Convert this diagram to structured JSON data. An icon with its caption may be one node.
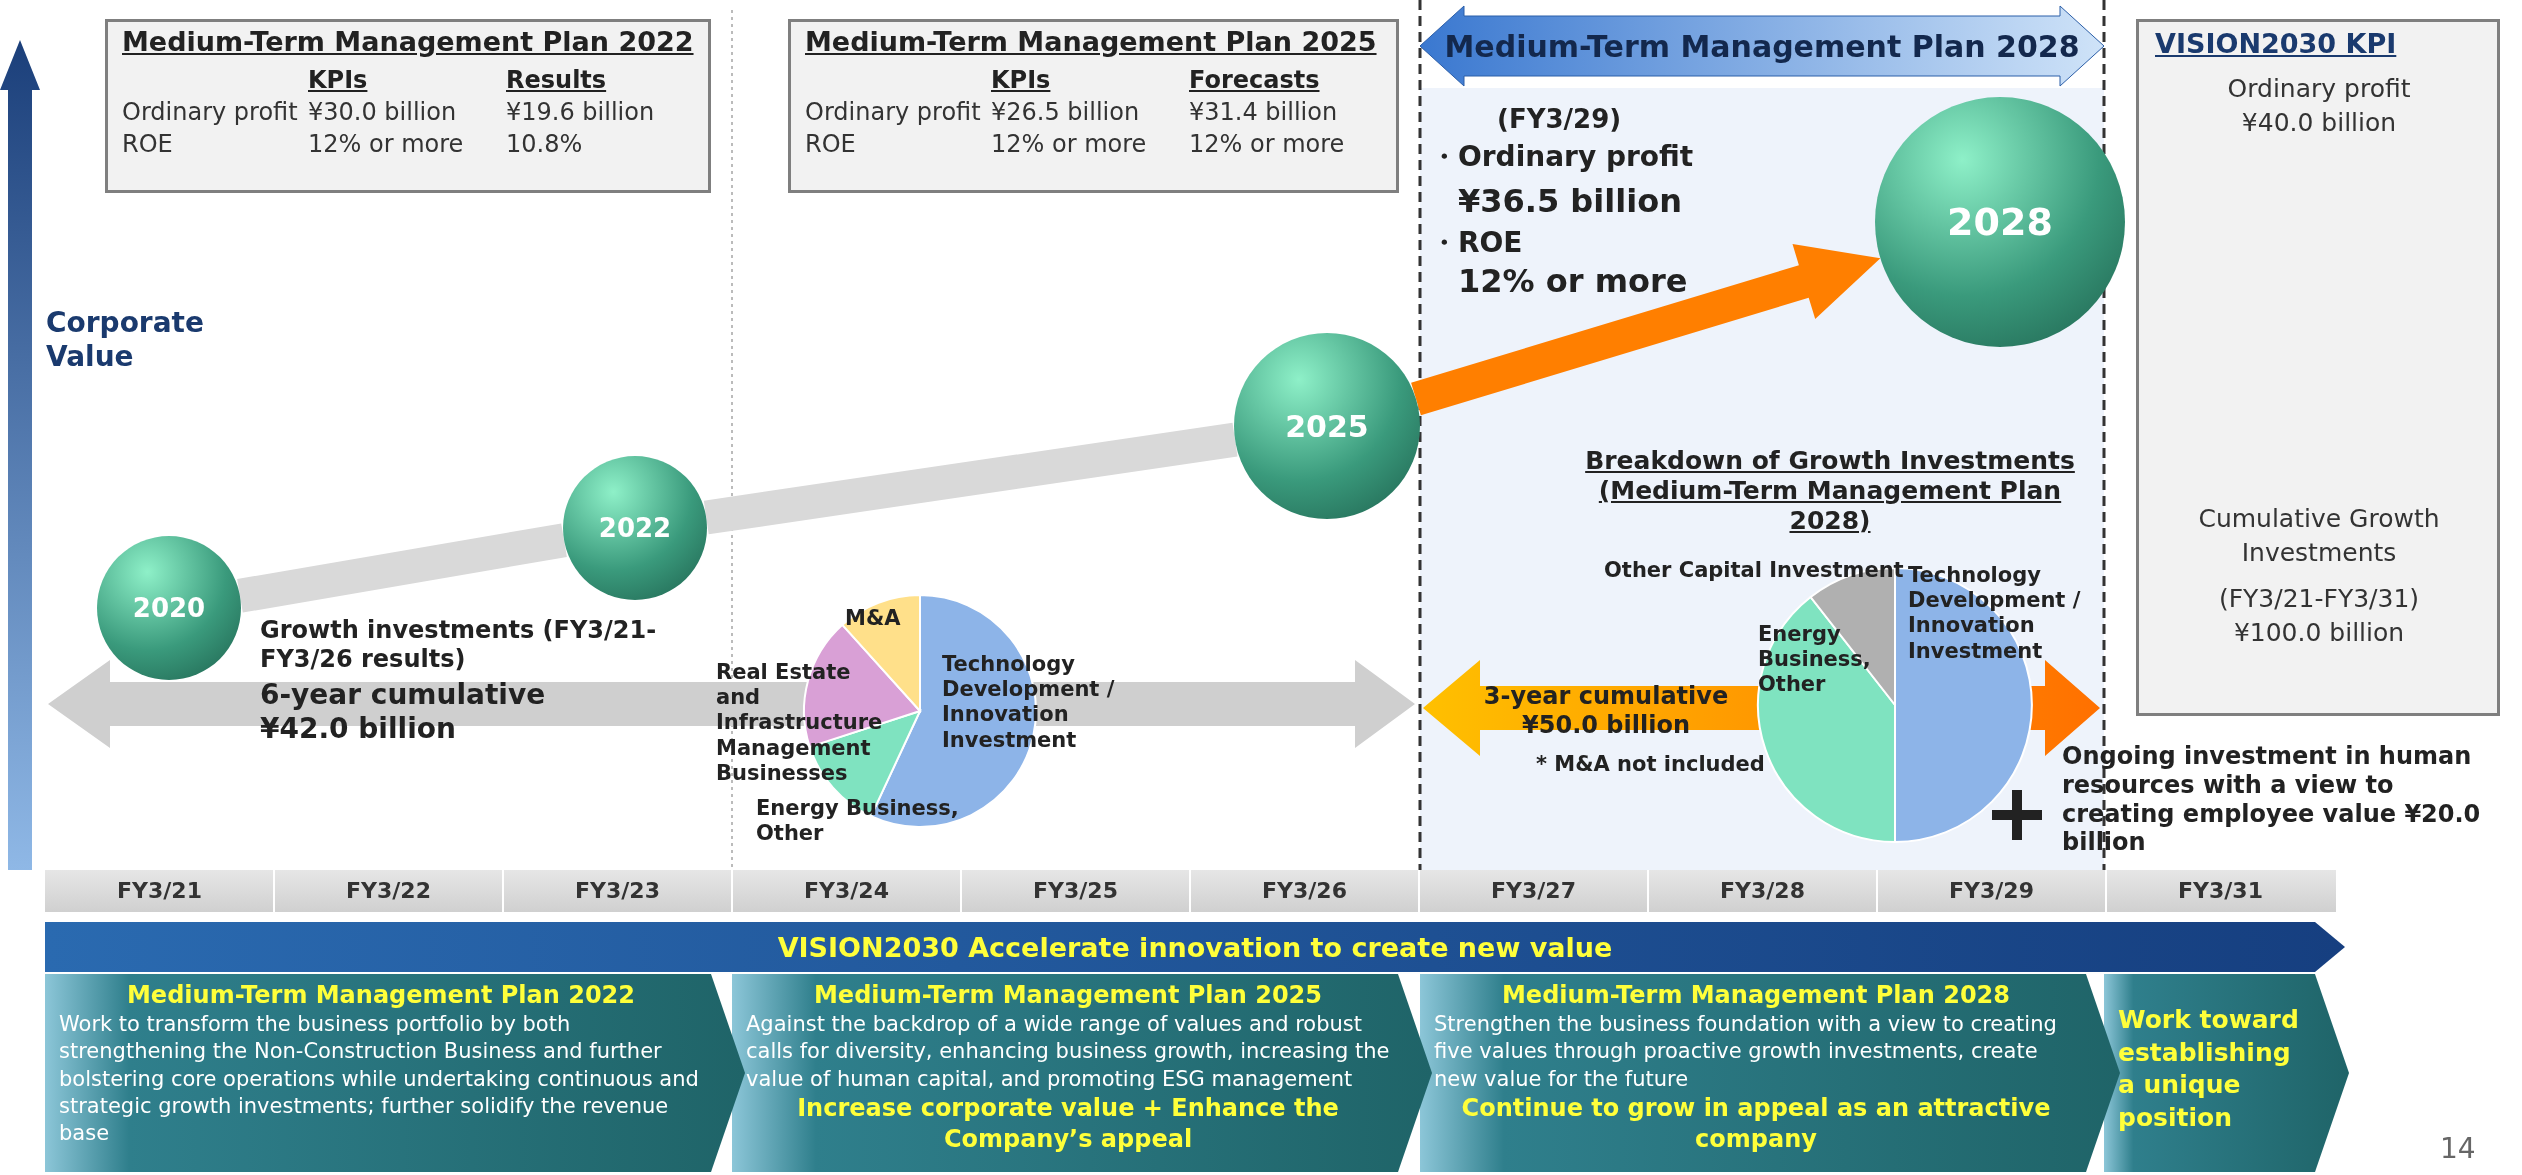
{
  "diagram": {
    "nodes": [
      {
        "text": [
          "Medium-Term Management Plan 2022",
          "KPIs",
          "Results",
          "Ordinary profit",
          "¥30.0 billion",
          "¥19.6 billion",
          "ROE",
          "12% or more",
          "10.8%"
        ]
      },
      {
        "text": [
          "Medium-Term Management Plan 2025",
          "KPIs",
          "Forecasts",
          "Ordinary profit",
          "¥26.5 billion",
          "¥31.4 billion",
          "ROE",
          "12% or more",
          "12% or more"
        ]
      },
      {
        "text": [
          "Medium-Term Management Plan 2028"
        ]
      },
      {
        "text": [
          "VISION2030 KPI",
          "Ordinary profit ¥40.0 billion",
          "Cumulative Growth Investments",
          "(FY3/21-FY3/31) ¥100.0 billion"
        ]
      },
      {
        "text": [
          "2020"
        ]
      },
      {
        "text": [
          "2022"
        ]
      },
      {
        "text": [
          "2025"
        ]
      },
      {
        "text": [
          "2028"
        ]
      },
      {
        "text": [
          "VISION2030 Accelerate innovation to create new value"
        ]
      },
      {
        "text": [
          "Medium-Term Management Plan 2022",
          "Work to transform the business portfolio by both strengthening the Non-Construction Business and further bolstering core operations while undertaking continuous and strategic growth investments; further solidify the revenue base"
        ]
      },
      {
        "text": [
          "Medium-Term Management Plan 2025",
          "Against the backdrop of a wide range of values and robust calls for diversity, enhancing business growth, increasing the value of human capital, and promoting ESG management",
          "Increase corporate value + Enhance the Company’s appeal"
        ]
      },
      {
        "text": [
          "Medium-Term Management Plan 2028",
          "Strengthen the business foundation with a view to creating five values through proactive growth investments, create new value for the future",
          "Continue to grow in appeal as an attractive company"
        ]
      },
      {
        "text": [
          "Work toward establishing a unique position"
        ]
      }
    ],
    "edges": [
      {
        "from": 4,
        "to": 5,
        "arrow": "none",
        "style": "thick"
      },
      {
        "from": 5,
        "to": 6,
        "arrow": "none",
        "style": "thick"
      },
      {
        "from": 6,
        "to": 7,
        "arrow": "to",
        "style": "thick",
        "color": "#ff7f00"
      }
    ],
    "labels": [
      "Corporate Value",
      "(FY3/29)",
      "・Ordinary profit",
      "¥36.5 billion",
      "・ROE",
      "12% or more",
      "Breakdown of Growth Investments (Medium-Term Management Plan 2028)",
      "Other Capital Investment",
      "Technology Development / Innovation Investment",
      "Energy Business, Other",
      "M&A",
      "Real Estate and Infrastructure Management Businesses",
      "Technology Development / Innovation Investment",
      "Growth investments (FY3/21-FY3/26 results)",
      "6-year cumulative ¥42.0 billion",
      "Energy Business, Other",
      "3-year cumulative ¥50.0 billion",
      "* M&A not included",
      "Ongoing investment in human resources with a view to creating employee value ¥20.0 billion",
      "FY3/21",
      "FY3/22",
      "FY3/23",
      "FY3/24",
      "FY3/25",
      "FY3/26",
      "FY3/27",
      "FY3/28",
      "FY3/29",
      "FY3/31",
      "14"
    ]
  }
}
